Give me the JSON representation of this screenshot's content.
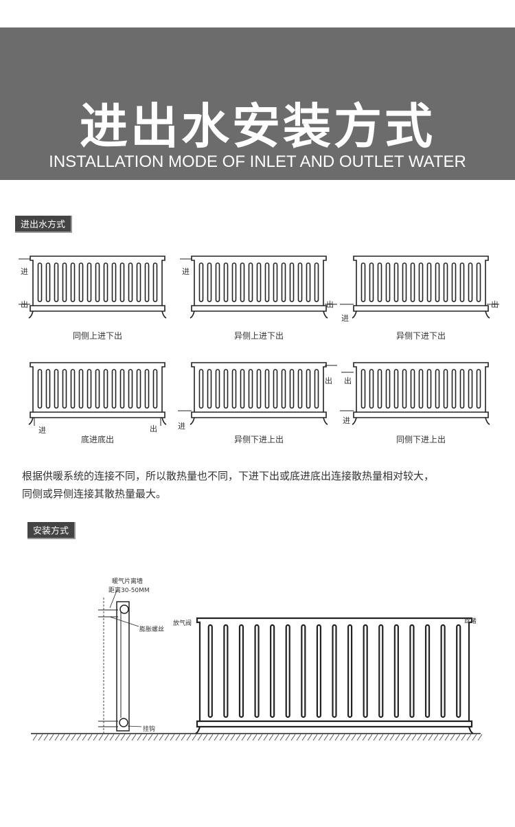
{
  "header": {
    "title": "进出水安装方式",
    "subtitle": "INSTALLATION MODE OF INLET AND OUTLET WATER"
  },
  "section1": {
    "tag": "进出水方式"
  },
  "diagrams": [
    {
      "caption": "同侧上进下出",
      "in": "进",
      "out": "出"
    },
    {
      "caption": "异侧上进下出",
      "in": "进",
      "out": "出"
    },
    {
      "caption": "异侧下进下出",
      "in": "进",
      "out": "出"
    },
    {
      "caption": "底进底出",
      "in": "进",
      "out": "出"
    },
    {
      "caption": "异侧下进上出",
      "in": "进",
      "out": "出"
    },
    {
      "caption": "同侧下进上出",
      "in": "进",
      "out": "出"
    }
  ],
  "description": {
    "line1": "根据供暖系统的连接不同，所以散热量也不同，下进下出或底进底出连接散热量相对较大，",
    "line2": "同侧或异侧连接其散热量最大。"
  },
  "section2": {
    "tag": "安装方式"
  },
  "install": {
    "wall_distance": "暖气片离墙",
    "wall_distance2": "距离30-50MM",
    "expansion_screw": "膨胀螺丝",
    "hook": "挂钩",
    "air_valve": "放气阀",
    "plug": "丝堵"
  }
}
